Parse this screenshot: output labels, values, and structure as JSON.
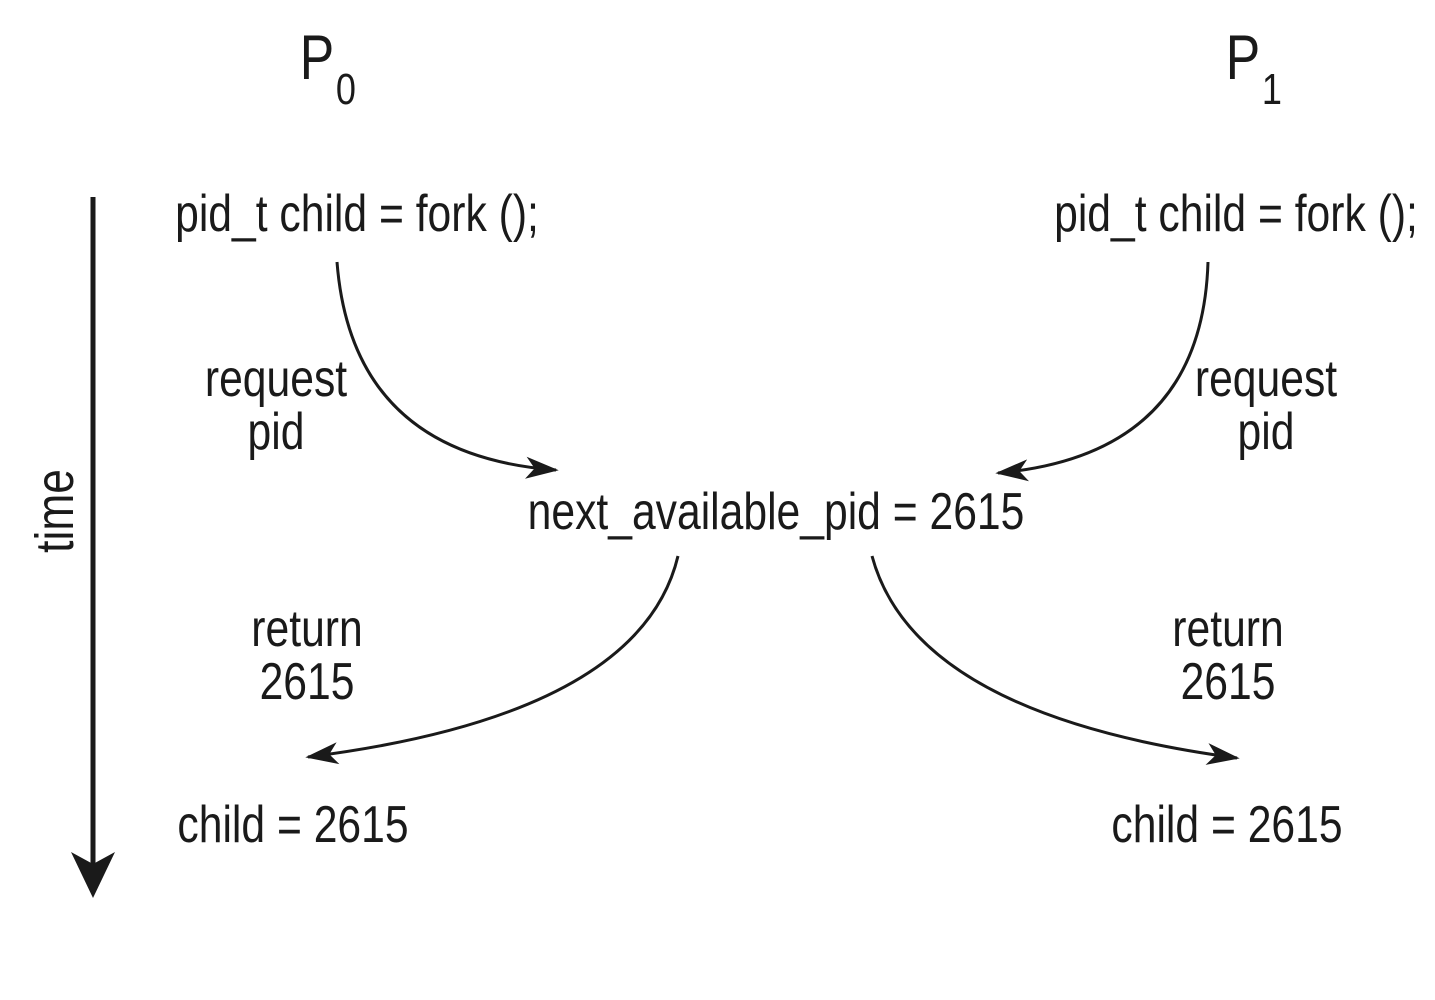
{
  "colors": {
    "ink": "#1a1a1a",
    "background": "#ffffff"
  },
  "time_axis": {
    "label": "time"
  },
  "shared": {
    "variable": "next_available_pid = 2615"
  },
  "left": {
    "process": "P",
    "process_sub": "0",
    "fork": "pid_t child = fork ();",
    "request1": "request",
    "request2": "pid",
    "return1": "return",
    "return2": "2615",
    "result": "child = 2615"
  },
  "right": {
    "process": "P",
    "process_sub": "1",
    "fork": "pid_t child = fork ();",
    "request1": "request",
    "request2": "pid",
    "return1": "return",
    "return2": "2615",
    "result": "child = 2615"
  }
}
